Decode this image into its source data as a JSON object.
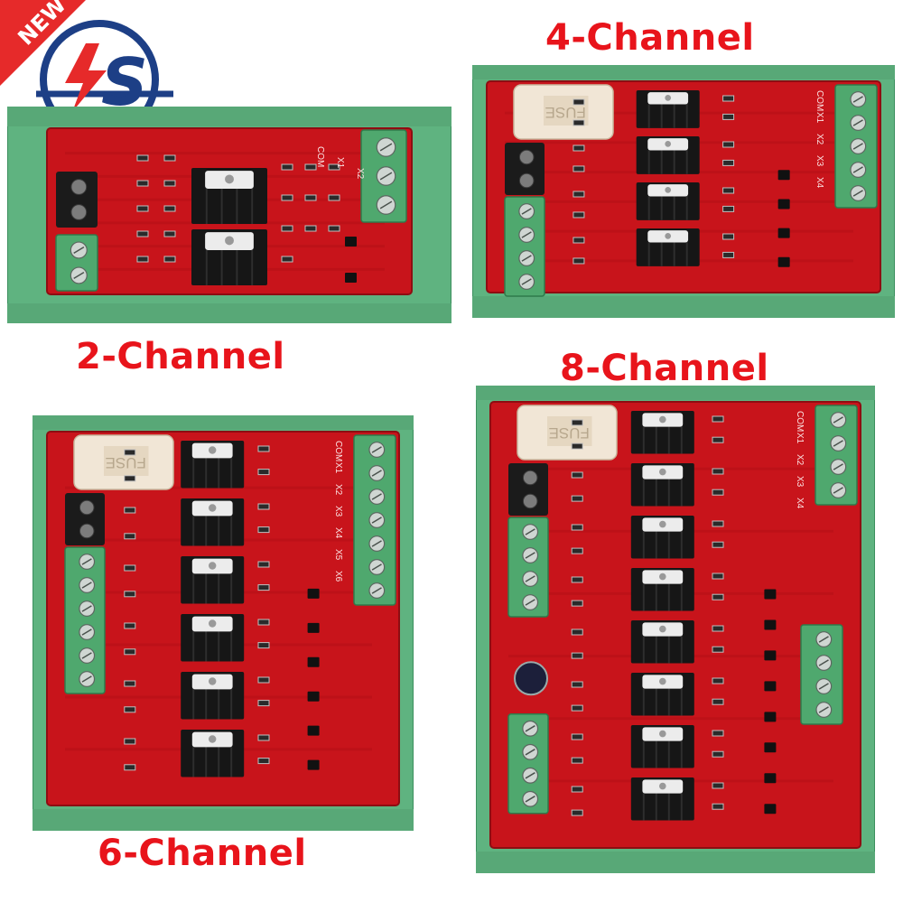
{
  "badge": {
    "text": "NEW",
    "logo_text": "S"
  },
  "boards": [
    {
      "caption": "2-Channel",
      "channels": 2,
      "silk": [
        "COM",
        "X1",
        "X2"
      ]
    },
    {
      "caption": "4-Channel",
      "channels": 4,
      "silk": [
        "COM",
        "X1",
        "X2",
        "X3",
        "X4"
      ],
      "fuse_label": "FUSE"
    },
    {
      "caption": "6-Channel",
      "channels": 6,
      "silk": [
        "COM",
        "X1",
        "X2",
        "X3",
        "X4",
        "X5",
        "X6"
      ],
      "fuse_label": "FUSE"
    },
    {
      "caption": "8-Channel",
      "channels": 8,
      "silk": [
        "COM",
        "X1",
        "X2",
        "X3",
        "X4"
      ],
      "fuse_label": "FUSE"
    }
  ],
  "colors": {
    "pcb": "#c8141b",
    "pcb_dark": "#8e0d12",
    "rail_green": "#5fb380",
    "terminal_green": "#4fa86e",
    "caption_red": "#e8141b",
    "badge_red": "#e62a2a",
    "logo_blue": "#1d3f86"
  }
}
